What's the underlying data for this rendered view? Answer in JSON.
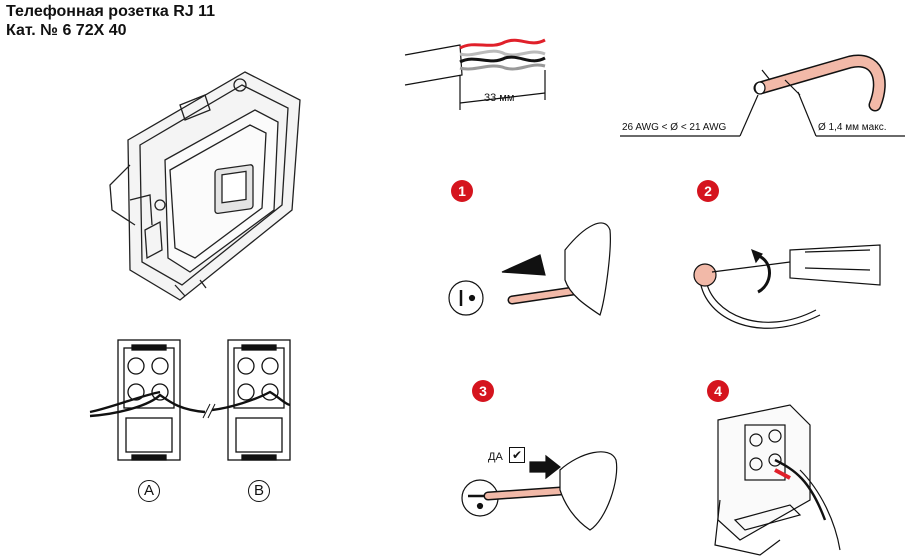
{
  "header": {
    "title_line1": "Телефонная розетка RJ 11",
    "title_line2": "Кат. № 6 72X 40"
  },
  "dimensions": {
    "strip_length": "33 мм",
    "awg_range": "26 AWG < Ø < 21 AWG",
    "max_diameter": "Ø 1,4 мм макс."
  },
  "steps": [
    "1",
    "2",
    "3",
    "4"
  ],
  "variants": [
    "A",
    "B"
  ],
  "check_label": "ДА",
  "check_mark": "✔",
  "colors": {
    "step_badge": "#d5141e",
    "wire_red": "#e0202a",
    "wire_pink": "#f2b9a8"
  }
}
